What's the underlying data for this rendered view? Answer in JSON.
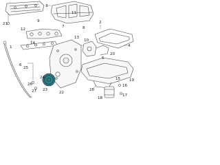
{
  "callouts": {
    "c1": "3",
    "c2": "9",
    "c3": "12",
    "c4": "14",
    "c5": "21",
    "c6": "7",
    "c7": "8",
    "c8": "10",
    "c9": "13",
    "c10": "24",
    "c11": "23",
    "c12": "22",
    "c13": "6",
    "c14": "1",
    "c15": "25",
    "c16": "26",
    "c17": "27",
    "c18": "2",
    "c19": "4",
    "c20": "5",
    "c21": "28",
    "c22": "15",
    "c23": "16",
    "c24": "17",
    "c25": "18",
    "c26": "19",
    "c27": "20",
    "c28": "11"
  },
  "colors": {
    "highlight": "#2f7f86",
    "line": "#3a3a3a"
  },
  "highlighted_part": "crankshaft-balancer-pulley"
}
